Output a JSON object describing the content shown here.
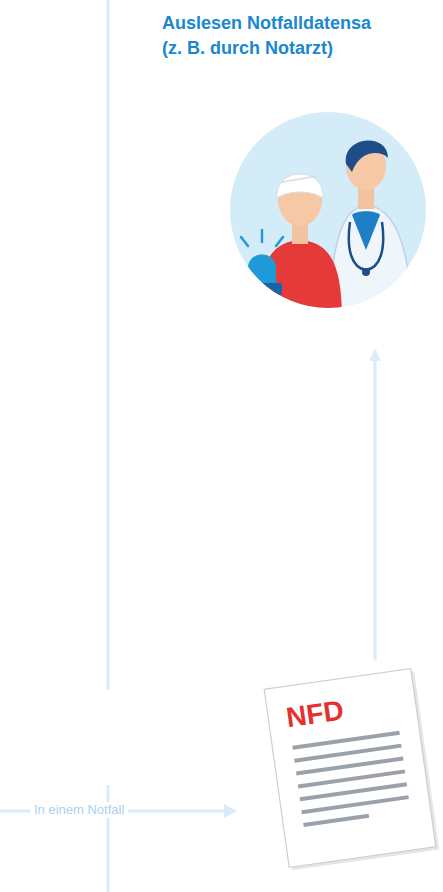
{
  "diagram": {
    "nodes": [
      {
        "text": [
          "Auslesen Notfalldatensa",
          "(z. B. durch Notarzt)"
        ]
      },
      {
        "text": [
          "NFD"
        ]
      }
    ],
    "edges": [
      {
        "from": 1,
        "to": 0,
        "arrow": "to"
      }
    ],
    "labels": [
      "In einem Notfall"
    ]
  }
}
